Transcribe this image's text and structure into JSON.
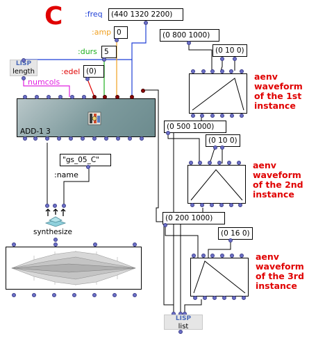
{
  "patch_letter": "C",
  "labels": {
    "freq": ":freq",
    "amp": ":amp",
    "durs": ":durs",
    "edel": ":edel",
    "numcols": "numcols",
    "name": ":name"
  },
  "values": {
    "freq": "(440 1320 2200)",
    "amp": "0",
    "durs": "5",
    "edel": "(0)",
    "name": "\"gs_05_C\"",
    "env1_points": "(0 800 1000)",
    "env1_levels": "(0 10 0)",
    "env2_points": "(0 500 1000)",
    "env2_levels": "(0 10 0)",
    "env3_points": "(0 200 1000)",
    "env3_levels": "(0 16 0)"
  },
  "boxes": {
    "lisp_length_tag": "LISP",
    "lisp_length_name": "length",
    "lisp_list_tag": "LISP",
    "lisp_list_name": "list",
    "add1_label": "ADD-1 3",
    "synthesize_label": "synthesize"
  },
  "annotations": {
    "env1_line1": "aenv",
    "env1_line2": "waveform",
    "env1_line3": "of the 1st",
    "env1_line4": "instance",
    "env2_line1": "aenv",
    "env2_line2": "waveform",
    "env2_line3": "of the 2nd",
    "env2_line4": "instance",
    "env3_line1": "aenv",
    "env3_line2": "waveform",
    "env3_line3": "of the 3rd",
    "env3_line4": "instance"
  },
  "colors": {
    "freq_label": "#1f3fd6",
    "amp_label": "#f0a020",
    "durs_label": "#20b020",
    "edel_label": "#e00000",
    "numcols_label": "#e020e0",
    "annotation": "#e00000",
    "inlet": "#6b6fc7",
    "outlet_red": "#8b0000",
    "wire_blue": "#1f3fd6",
    "wire_orange": "#f0a020",
    "wire_green": "#20b020",
    "wire_red": "#e00000",
    "wire_magenta": "#e020e0"
  },
  "icons": {
    "add1_icon": "add1-instrument-icon",
    "synthesize_icon": "synthesize-icon"
  }
}
